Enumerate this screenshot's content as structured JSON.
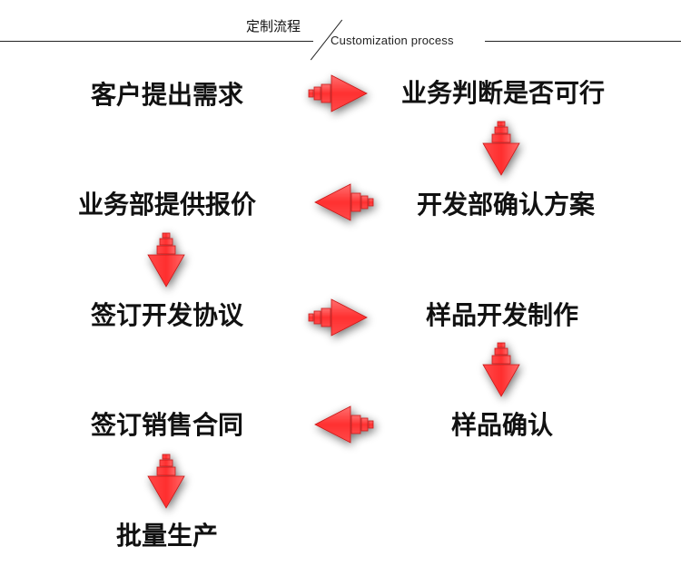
{
  "header": {
    "title_cn": "定制流程",
    "title_en": "Customization process"
  },
  "steps": [
    "客户提出需求",
    "业务判断是否可行",
    "开发部确认方案",
    "业务部提供报价",
    "签订开发协议",
    "样品开发制作",
    "样品确认",
    "签订销售合同",
    "批量生产"
  ],
  "colors": {
    "arrow_fill": "#ff3b3b",
    "arrow_light": "#ff8a8a",
    "arrow_edge": "#c81818"
  }
}
